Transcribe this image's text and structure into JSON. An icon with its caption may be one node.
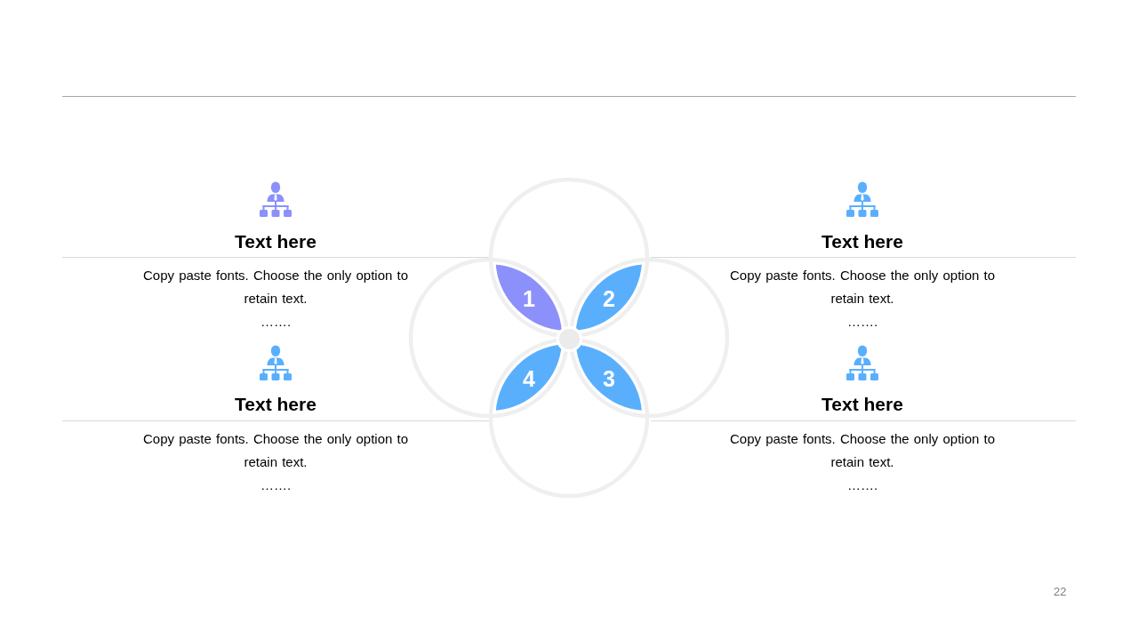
{
  "diagram": {
    "nodes": [
      {
        "text": [
          "1"
        ]
      },
      {
        "text": [
          "2"
        ]
      },
      {
        "text": [
          "4"
        ]
      },
      {
        "text": [
          "3"
        ]
      }
    ],
    "labels": [
      "Text here",
      "Copy paste fonts. Choose the only option to retain text.",
      "…….",
      "Text here",
      "Copy paste fonts. Choose the only option to retain text.",
      "…….",
      "Text here",
      "Copy paste fonts. Choose the only option to retain text.",
      "…….",
      "Text here",
      "Copy paste fonts. Choose the only option to retain text.",
      "…….",
      "22"
    ]
  }
}
